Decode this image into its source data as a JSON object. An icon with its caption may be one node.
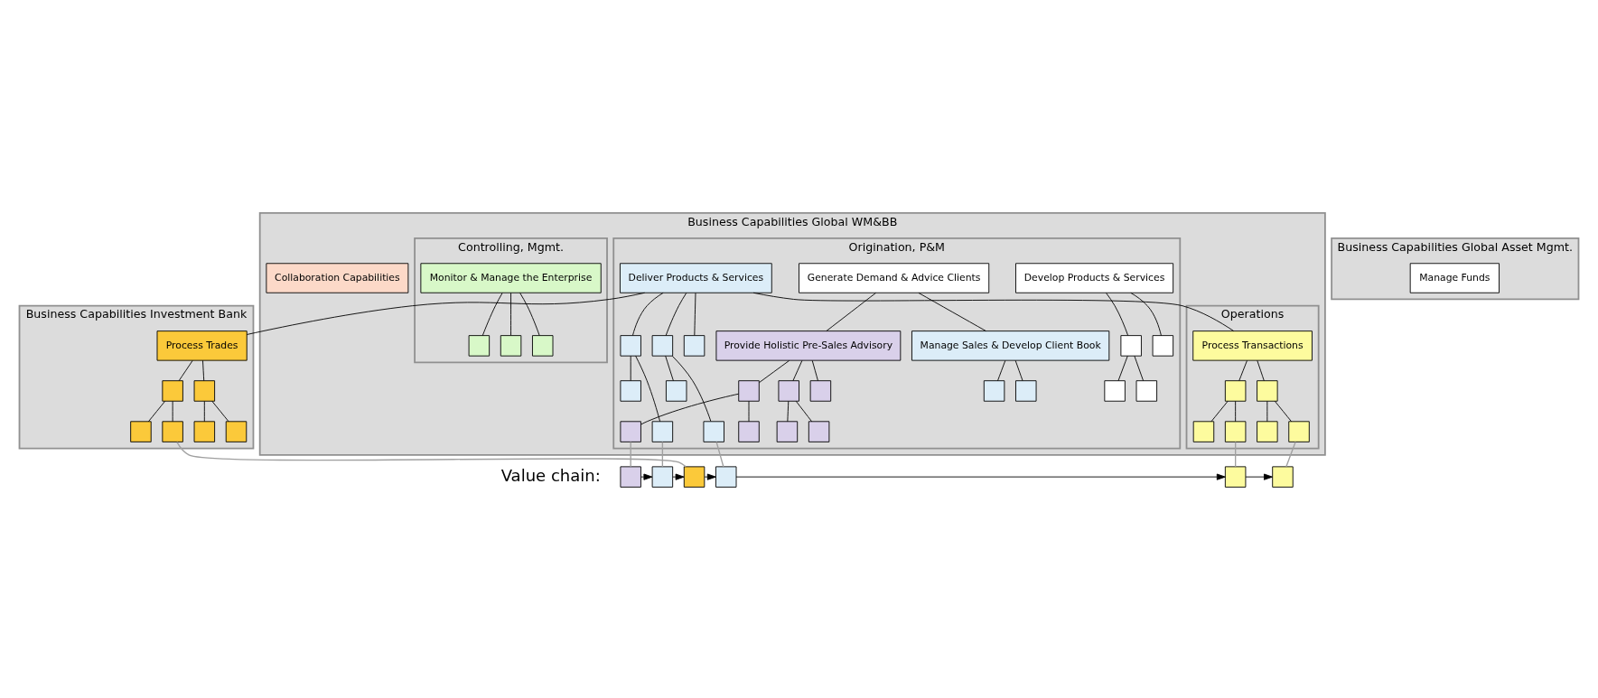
{
  "diagram": {
    "nodes": [
      {
        "text": [
          "Business Capabilities Global WM&BB"
        ]
      },
      {
        "text": [
          "Origination, P&M"
        ],
        "in": 0
      },
      {
        "text": [
          "Operations"
        ],
        "in": 0
      },
      {
        "text": [
          "Controlling, Mgmt."
        ],
        "in": 0
      },
      {
        "text": [
          "Collaboration Capabilities"
        ],
        "in": 0
      },
      {
        "text": [
          "Develop Products & Services"
        ],
        "in": 1
      },
      {
        "text": [
          "Generate Demand & Advice Clients"
        ],
        "in": 1
      },
      {
        "text": [
          "Deliver Products & Services"
        ],
        "in": 1
      },
      {
        "text": [
          "Monitor & Manage the Enterprise"
        ],
        "in": 3
      },
      {
        "text": [
          "Business Capabilities Global Asset Mgmt."
        ]
      },
      {
        "text": [
          "Manage Funds"
        ],
        "in": 9
      },
      {
        "text": [
          "Business Capabilities Investment Bank"
        ]
      },
      {
        "text": [
          "Process Trades"
        ],
        "in": 11
      },
      {
        "text": [],
        "shape": "box",
        "in": 1
      },
      {
        "text": [],
        "shape": "box",
        "in": 1
      },
      {
        "text": [],
        "shape": "box",
        "in": 1
      },
      {
        "text": [],
        "shape": "box",
        "in": 1
      },
      {
        "text": [
          "Provide Holistic Pre-Sales Advisory"
        ],
        "in": 1
      },
      {
        "text": [
          "Manage Sales & Develop Client Book"
        ],
        "in": 1
      },
      {
        "text": [],
        "shape": "box",
        "in": 3
      },
      {
        "text": [],
        "shape": "box",
        "in": 3
      },
      {
        "text": [],
        "shape": "box",
        "in": 3
      },
      {
        "text": [],
        "shape": "box",
        "in": 1
      },
      {
        "text": [],
        "shape": "box",
        "in": 1
      },
      {
        "text": [],
        "shape": "box",
        "in": 1
      },
      {
        "text": [],
        "shape": "box",
        "in": 1
      },
      {
        "text": [],
        "shape": "box",
        "in": 1
      },
      {
        "text": [],
        "shape": "box",
        "in": 1
      },
      {
        "text": [],
        "shape": "box",
        "in": 1
      },
      {
        "text": [
          "Process Transactions"
        ],
        "in": 2
      },
      {
        "text": [],
        "shape": "box",
        "in": 1
      },
      {
        "text": [],
        "shape": "box",
        "in": 1
      },
      {
        "text": [],
        "shape": "box",
        "in": 1
      },
      {
        "text": [],
        "shape": "box",
        "in": 1
      },
      {
        "text": [],
        "shape": "box",
        "in": 1
      },
      {
        "text": [],
        "shape": "box",
        "in": 1
      },
      {
        "text": [],
        "shape": "box",
        "in": 1
      },
      {
        "text": [],
        "shape": "box",
        "in": 1
      },
      {
        "text": [],
        "shape": "box",
        "in": 1
      },
      {
        "text": [],
        "shape": "box",
        "in": 2
      },
      {
        "text": [],
        "shape": "box",
        "in": 2
      },
      {
        "text": [],
        "shape": "box",
        "in": 2
      },
      {
        "text": [],
        "shape": "box",
        "in": 2
      },
      {
        "text": [],
        "shape": "box",
        "in": 2
      },
      {
        "text": [],
        "shape": "box",
        "in": 2
      },
      {
        "text": [],
        "shape": "box",
        "in": 11
      },
      {
        "text": [],
        "shape": "box",
        "in": 11
      },
      {
        "text": [],
        "shape": "box",
        "in": 11
      },
      {
        "text": [],
        "shape": "box",
        "in": 11
      },
      {
        "text": [],
        "shape": "box",
        "in": 11
      },
      {
        "text": [],
        "shape": "box",
        "in": 11
      },
      {
        "text": [],
        "shape": "box"
      },
      {
        "text": [],
        "shape": "box"
      },
      {
        "text": [],
        "shape": "box"
      },
      {
        "text": [],
        "shape": "box"
      },
      {
        "text": [],
        "shape": "box"
      },
      {
        "text": [],
        "shape": "box"
      }
    ],
    "edges": [
      {
        "from": 5,
        "to": 13,
        "arrow": "none"
      },
      {
        "from": 5,
        "to": 14,
        "arrow": "none"
      },
      {
        "from": 13,
        "to": 15,
        "arrow": "none"
      },
      {
        "from": 13,
        "to": 16,
        "arrow": "none"
      },
      {
        "from": 6,
        "to": 17,
        "arrow": "none"
      },
      {
        "from": 6,
        "to": 18,
        "arrow": "none"
      },
      {
        "from": 8,
        "to": 19,
        "arrow": "none"
      },
      {
        "from": 8,
        "to": 20,
        "arrow": "none"
      },
      {
        "from": 8,
        "to": 21,
        "arrow": "none"
      },
      {
        "from": 7,
        "to": 22,
        "arrow": "none"
      },
      {
        "from": 7,
        "to": 23,
        "arrow": "none"
      },
      {
        "from": 7,
        "to": 24,
        "arrow": "none"
      },
      {
        "from": 7,
        "to": 29,
        "arrow": "none"
      },
      {
        "from": 7,
        "to": 12,
        "arrow": "none"
      },
      {
        "from": 22,
        "to": 25,
        "arrow": "none"
      },
      {
        "from": 22,
        "to": 26,
        "arrow": "none"
      },
      {
        "from": 24,
        "to": 27,
        "arrow": "none"
      },
      {
        "from": 24,
        "to": 28,
        "arrow": "none"
      },
      {
        "from": 17,
        "to": 30,
        "arrow": "none"
      },
      {
        "from": 17,
        "to": 31,
        "arrow": "none"
      },
      {
        "from": 17,
        "to": 32,
        "arrow": "none"
      },
      {
        "from": 30,
        "to": 33,
        "arrow": "none"
      },
      {
        "from": 30,
        "to": 34,
        "arrow": "none"
      },
      {
        "from": 32,
        "to": 35,
        "arrow": "none"
      },
      {
        "from": 32,
        "to": 36,
        "arrow": "none"
      },
      {
        "from": 18,
        "to": 37,
        "arrow": "none"
      },
      {
        "from": 18,
        "to": 38,
        "arrow": "none"
      },
      {
        "from": 29,
        "to": 39,
        "arrow": "none"
      },
      {
        "from": 29,
        "to": 40,
        "arrow": "none"
      },
      {
        "from": 39,
        "to": 41,
        "arrow": "none"
      },
      {
        "from": 39,
        "to": 42,
        "arrow": "none"
      },
      {
        "from": 40,
        "to": 43,
        "arrow": "none"
      },
      {
        "from": 40,
        "to": 44,
        "arrow": "none"
      },
      {
        "from": 12,
        "to": 45,
        "arrow": "none"
      },
      {
        "from": 12,
        "to": 46,
        "arrow": "none"
      },
      {
        "from": 45,
        "to": 47,
        "arrow": "none"
      },
      {
        "from": 45,
        "to": 48,
        "arrow": "none"
      },
      {
        "from": 46,
        "to": 49,
        "arrow": "none"
      },
      {
        "from": 46,
        "to": 50,
        "arrow": "none"
      },
      {
        "from": 51,
        "to": 52,
        "arrow": "to"
      },
      {
        "from": 52,
        "to": 53,
        "arrow": "to"
      },
      {
        "from": 53,
        "to": 54,
        "arrow": "to"
      },
      {
        "from": 54,
        "to": 55,
        "arrow": "to"
      },
      {
        "from": 55,
        "to": 56,
        "arrow": "to"
      },
      {
        "from": 36,
        "to": 51,
        "arrow": "none",
        "color": "#a0a0a0"
      },
      {
        "from": 25,
        "to": 52,
        "arrow": "none",
        "color": "#a0a0a0"
      },
      {
        "from": 48,
        "to": 53,
        "arrow": "none",
        "color": "#a0a0a0"
      },
      {
        "from": 28,
        "to": 54,
        "arrow": "none",
        "color": "#a0a0a0"
      },
      {
        "from": 42,
        "to": 55,
        "arrow": "none",
        "color": "#a0a0a0"
      },
      {
        "from": 44,
        "to": 56,
        "arrow": "none",
        "color": "#a0a0a0"
      }
    ],
    "labels": [
      "Value chain:"
    ]
  }
}
